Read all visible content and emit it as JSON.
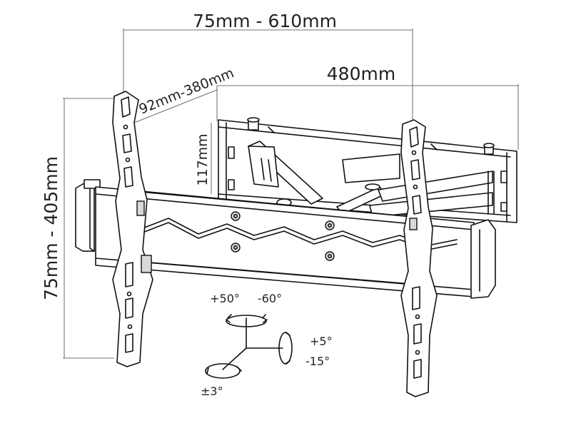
{
  "dimensions": {
    "width_range": "75mm - 610mm",
    "height_range": "75mm - 405mm",
    "arm_extension": "92mm-380mm",
    "wall_plate_width": "480mm",
    "wall_plate_height": "117mm"
  },
  "rotation": {
    "swivel_left": "+50°",
    "swivel_right": "-60°",
    "tilt_up": "+5°",
    "tilt_down": "-15°",
    "level": "±3°"
  }
}
